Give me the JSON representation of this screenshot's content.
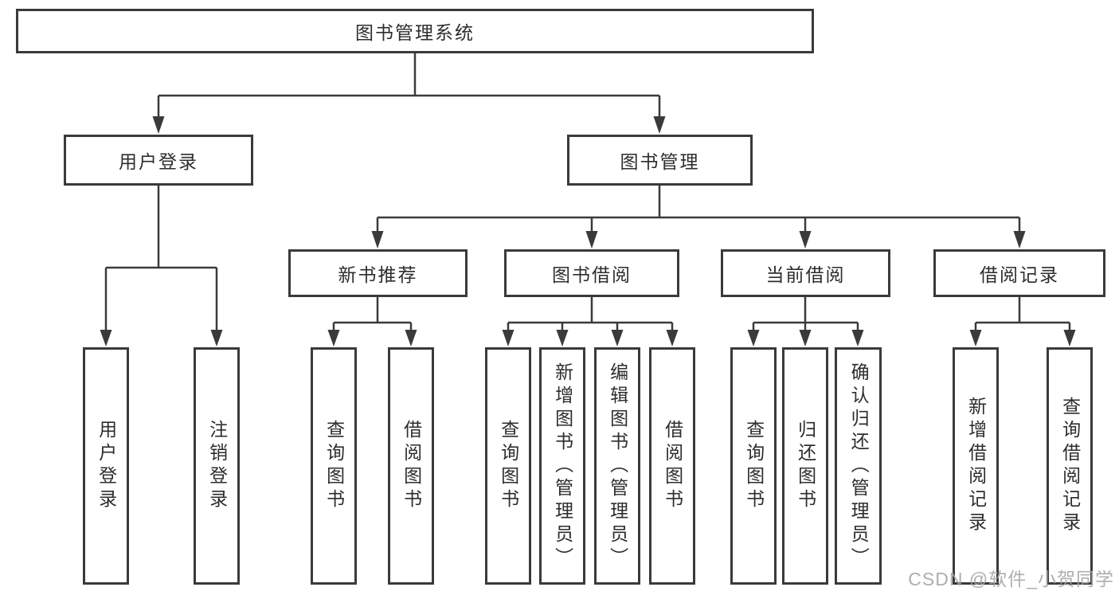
{
  "tree": {
    "label": "图书管理系统",
    "children": [
      {
        "label": "用户登录",
        "children": [
          {
            "label": "用户登录"
          },
          {
            "label": "注销登录"
          }
        ]
      },
      {
        "label": "图书管理",
        "children": [
          {
            "label": "新书推荐",
            "children": [
              {
                "label": "查询图书"
              },
              {
                "label": "借阅图书"
              }
            ]
          },
          {
            "label": "图书借阅",
            "children": [
              {
                "label": "查询图书"
              },
              {
                "label": "新增图书（管理员）"
              },
              {
                "label": "编辑图书（管理员）"
              },
              {
                "label": "借阅图书"
              }
            ]
          },
          {
            "label": "当前借阅",
            "children": [
              {
                "label": "查询图书"
              },
              {
                "label": "归还图书"
              },
              {
                "label": "确认归还（管理员）"
              }
            ]
          },
          {
            "label": "借阅记录",
            "children": [
              {
                "label": "新增借阅记录"
              },
              {
                "label": "查询借阅记录"
              }
            ]
          }
        ]
      }
    ]
  },
  "watermark": "CSDN @软件_小贺同学",
  "colors": {
    "line": "#3a3a3a",
    "text": "#2d2d2d",
    "watermark": "#a5a5a5",
    "background": "#ffffff"
  }
}
